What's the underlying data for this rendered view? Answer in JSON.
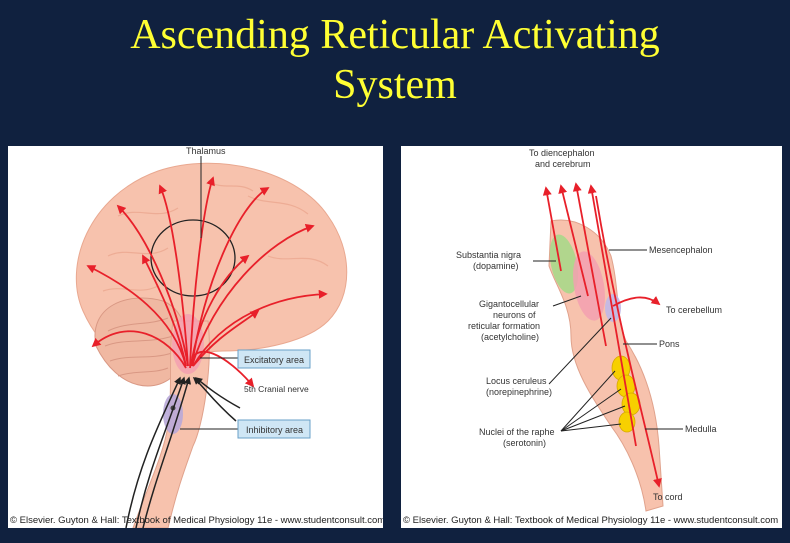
{
  "slide": {
    "title_line1": "Ascending Reticular Activating",
    "title_line2": "System"
  },
  "colors": {
    "background": "#10213f",
    "title": "#ffff33",
    "arrow": "#e8202a",
    "brain": "#f7c2ad",
    "label_box": "#cfe6f5"
  },
  "left_figure": {
    "thalamus_label": "Thalamus",
    "excitatory_label": "Excitatory area",
    "nerve_label": "5th Cranial nerve",
    "inhibitory_label": "Inhibitory area",
    "credit": "© Elsevier. Guyton & Hall: Textbook of Medical Physiology 11e - www.studentconsult.com"
  },
  "right_figure": {
    "top_label_1": "To diencephalon",
    "top_label_2": "and cerebrum",
    "substantia_1": "Substantia nigra",
    "substantia_2": "(dopamine)",
    "mesencephalon": "Mesencephalon",
    "giganto_1": "Gigantocellular",
    "giganto_2": "neurons of",
    "giganto_3": "reticular formation",
    "giganto_4": "(acetylcholine)",
    "to_cerebellum": "To cerebellum",
    "pons": "Pons",
    "locus_1": "Locus ceruleus",
    "locus_2": "(norepinephrine)",
    "raphe_1": "Nuclei of the raphe",
    "raphe_2": "(serotonin)",
    "medulla": "Medulla",
    "to_cord": "To cord",
    "credit": "© Elsevier. Guyton & Hall: Textbook of Medical Physiology 11e - www.studentconsult.com"
  }
}
